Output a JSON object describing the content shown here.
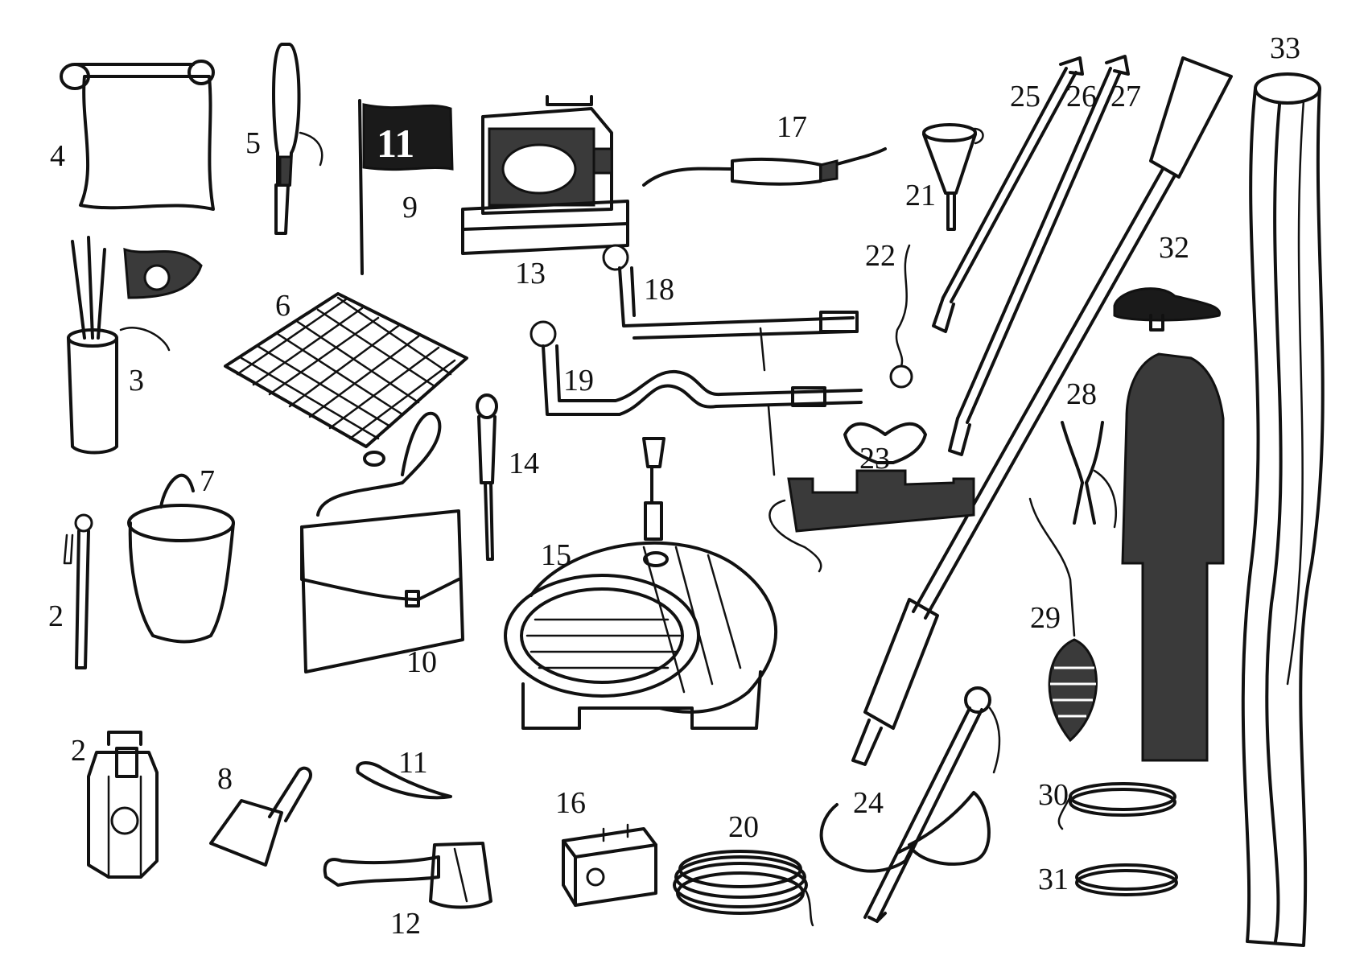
{
  "labels": {
    "l2a": "2",
    "l2b": "2",
    "l3": "3",
    "l4": "4",
    "l5": "5",
    "l6": "6",
    "l7": "7",
    "l8": "8",
    "l9": "9",
    "l10": "10",
    "l11": "11",
    "l12": "12",
    "l13": "13",
    "l14": "14",
    "l15": "15",
    "l16": "16",
    "l17": "17",
    "l18": "18",
    "l19": "19",
    "l20": "20",
    "l21": "21",
    "l22": "22",
    "l23": "23",
    "l24": "24",
    "l25": "25",
    "l26": "26",
    "l27": "27",
    "l28": "28",
    "l29": "29",
    "l30": "30",
    "l31": "31",
    "l32": "32",
    "l33": "33"
  },
  "ink_color": "#111111"
}
